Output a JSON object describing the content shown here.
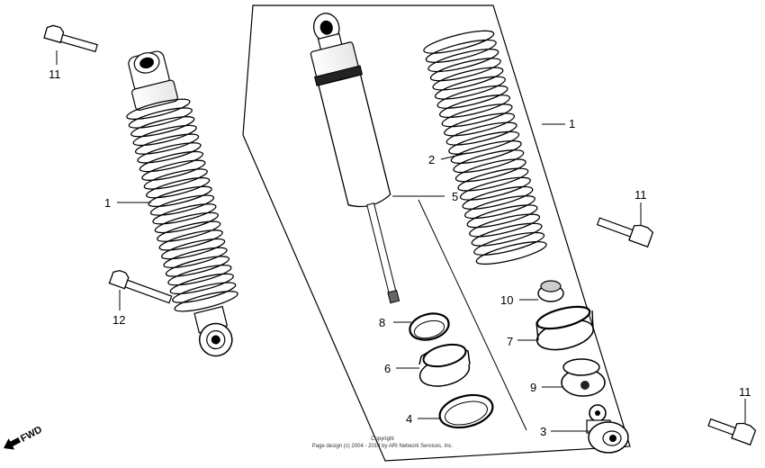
{
  "callouts": {
    "c1_left": "1",
    "c1_right": "1",
    "c2": "2",
    "c3": "3",
    "c4": "4",
    "c5": "5",
    "c6": "6",
    "c7": "7",
    "c8": "8",
    "c9": "9",
    "c10": "10",
    "c11_top_left": "11",
    "c11_mid_right": "11",
    "c11_bottom_right": "11",
    "c12": "12"
  },
  "fwd_label": "FWD",
  "copyright": {
    "line1": "Copyright",
    "line2": "Page design (c) 2004 - 2014 by ARI Network Services, Inc."
  }
}
